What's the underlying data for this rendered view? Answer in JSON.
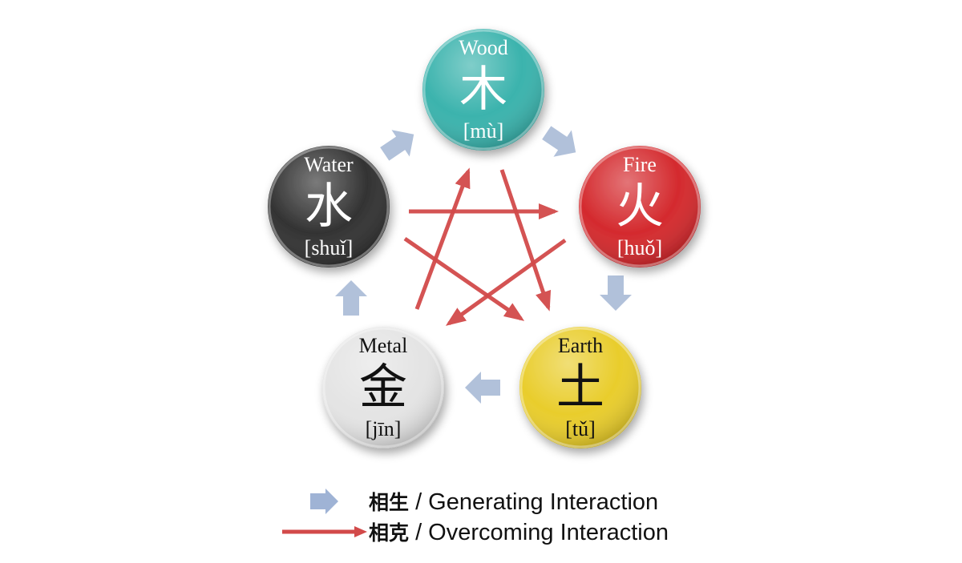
{
  "elements": [
    {
      "id": "wood",
      "english": "Wood",
      "chinese": "木",
      "pinyin": "[mù]",
      "color": "#3bb3ad",
      "text_color": "#ffffff"
    },
    {
      "id": "fire",
      "english": "Fire",
      "chinese": "火",
      "pinyin": "[huǒ]",
      "color": "#d42a2e",
      "text_color": "#ffffff"
    },
    {
      "id": "earth",
      "english": "Earth",
      "chinese": "土",
      "pinyin": "[tǔ]",
      "color": "#e9cd2c",
      "text_color": "#111111"
    },
    {
      "id": "metal",
      "english": "Metal",
      "chinese": "金",
      "pinyin": "[jīn]",
      "color": "#e4e4e4",
      "text_color": "#111111"
    },
    {
      "id": "water",
      "english": "Water",
      "chinese": "水",
      "pinyin": "[shuǐ]",
      "color": "#333333",
      "text_color": "#ffffff"
    }
  ],
  "generating_color": "#a9bad6",
  "overcoming_color": "#d24a4a",
  "legend": {
    "generating": {
      "chinese": "相生",
      "english": " / Generating Interaction"
    },
    "overcoming": {
      "chinese": "相克",
      "english": " / Overcoming Interaction"
    }
  }
}
